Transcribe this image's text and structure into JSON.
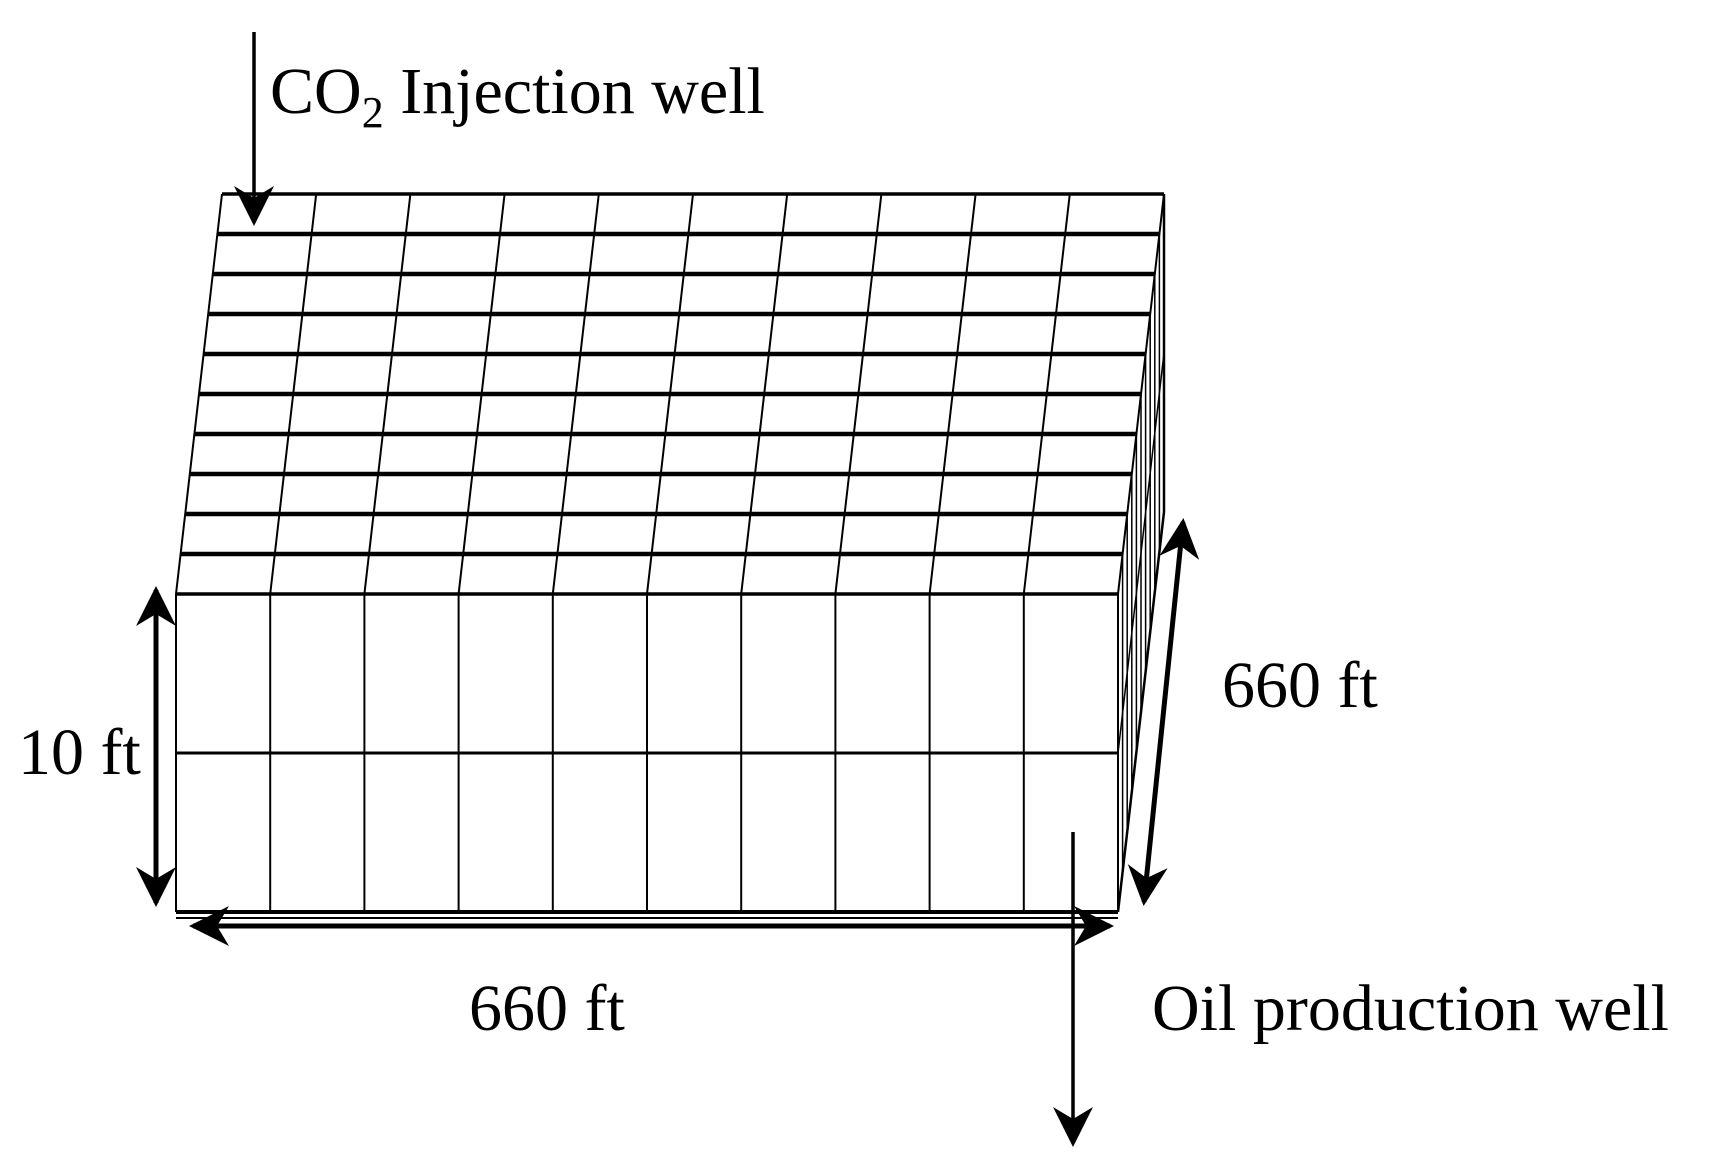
{
  "diagram": {
    "injection_well": {
      "label_prefix": "CO",
      "label_subscript": "2",
      "label_suffix": " Injection well"
    },
    "production_well": {
      "label": "Oil production well"
    },
    "dimensions": {
      "height": "10 ft",
      "length": "660 ft",
      "width": "660 ft"
    },
    "grid": {
      "columns": 10,
      "top_rows": 10,
      "front_layers": 2
    },
    "colors": {
      "lines": "#000000",
      "background": "#ffffff"
    }
  }
}
